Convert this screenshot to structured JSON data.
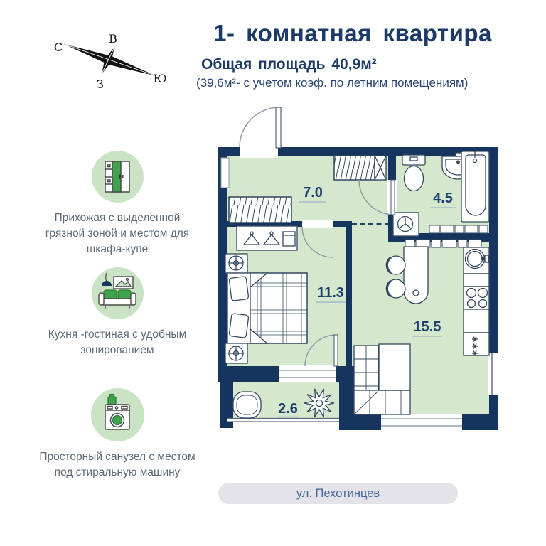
{
  "header": {
    "title": "1- комнатная квартира",
    "subtitle": "Общая площадь 40,9м²",
    "note": "(39,6м²- с учетом коэф. по летним помещениям)"
  },
  "compass": {
    "north": "С",
    "east": "В",
    "south": "Ю",
    "west": "З"
  },
  "sidebar": {
    "items": [
      {
        "icon": "wardrobe-icon",
        "label": "Прихожая с выделенной грязной зоной и местом для шкафа-купе"
      },
      {
        "icon": "sofa-icon",
        "label": "Кухня -гостиная с удобным зонированием"
      },
      {
        "icon": "washing-machine-icon",
        "label": "Просторный санузел с местом под стиральную машину"
      }
    ]
  },
  "plan": {
    "areas": {
      "hallway": "7.0",
      "bathroom": "4.5",
      "bedroom": "11.3",
      "kitchen_living": "15.5",
      "balcony": "2.6"
    }
  },
  "footer": {
    "street": "ул. Пехотинцев"
  },
  "colors": {
    "accent_navy": "#1b3a68",
    "wall_navy": "#16355e",
    "floor_green": "#d5e7cd",
    "icon_green": "#3fa34d",
    "icon_circle_bg": "#cbe3c5",
    "sidebar_text": "#5b6b79",
    "pill_bg": "#e4e4e8",
    "pill_text": "#48669b"
  }
}
